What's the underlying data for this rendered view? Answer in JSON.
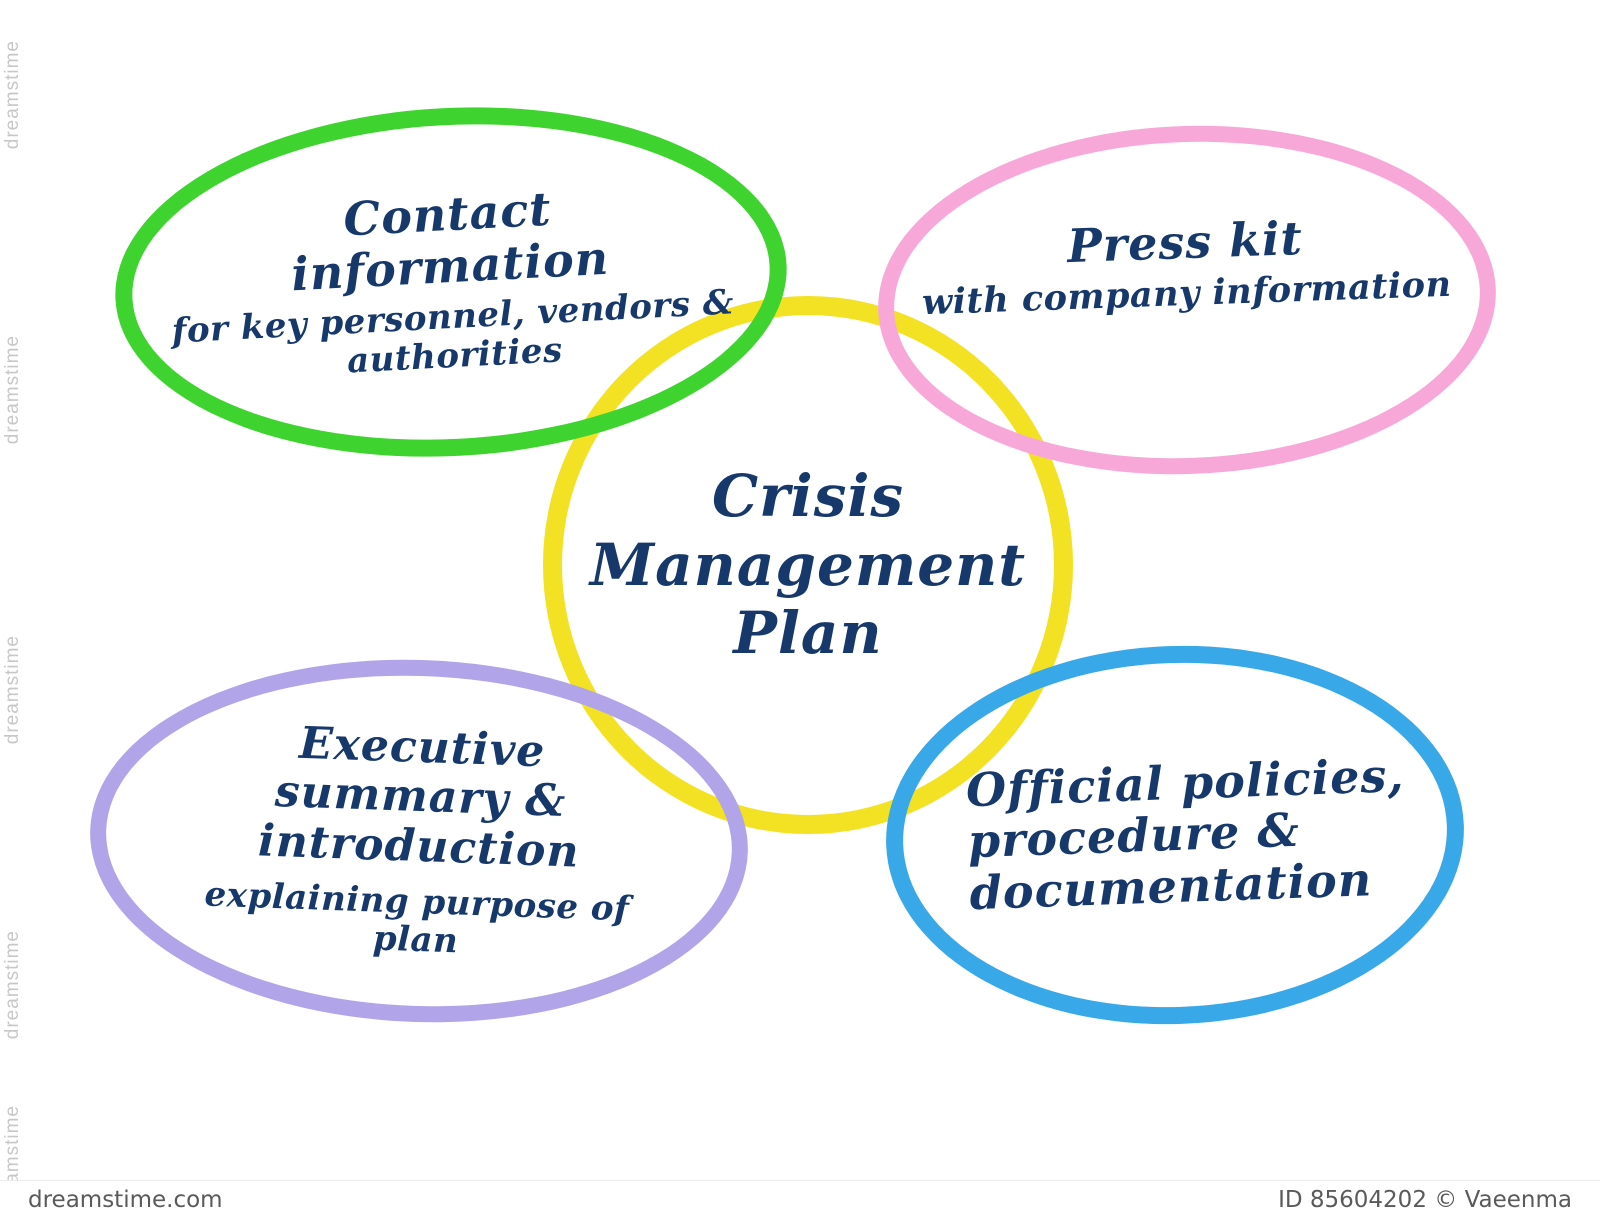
{
  "diagram": {
    "text_color": "#17386b",
    "center": {
      "ring_color": "#f2e223",
      "title_lines": [
        "Crisis",
        "Management",
        "Plan"
      ]
    },
    "nodes": [
      {
        "name": "contact-information",
        "ring_color": "#3ed32f",
        "title_lines": [
          "Contact",
          "information"
        ],
        "subtitle_lines": [
          "for key personnel, vendors &",
          "authorities"
        ]
      },
      {
        "name": "press-kit",
        "ring_color": "#f8a8d8",
        "title_lines": [
          "Press kit"
        ],
        "subtitle_lines": [
          "with company information"
        ]
      },
      {
        "name": "executive-summary",
        "ring_color": "#b2a4e8",
        "title_lines": [
          "Executive",
          "summary &",
          "introduction"
        ],
        "subtitle_lines": [
          "explaining purpose of",
          "plan"
        ]
      },
      {
        "name": "official-policies",
        "ring_color": "#38a8e8",
        "title_lines": [
          "Official policies,",
          "procedure &",
          "documentation"
        ],
        "subtitle_lines": []
      }
    ]
  },
  "watermark": {
    "site": "dreamstime.com",
    "credit": "ID 85604202 © Vaeenma",
    "vertical_text": "dreamstime"
  }
}
